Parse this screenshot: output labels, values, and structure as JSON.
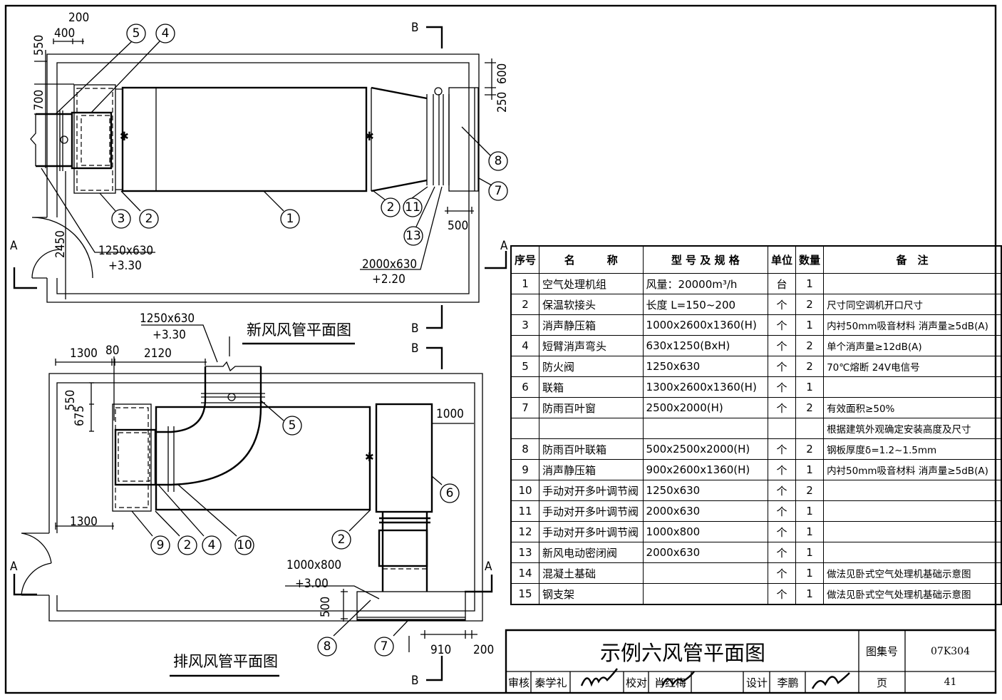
{
  "title_block": {
    "drawing_title": "示例六风管平面图",
    "atlas_no_label": "图集号",
    "atlas_no": "07K304",
    "page_label": "页",
    "page": "41",
    "review_label": "审核",
    "reviewer": "秦学礼",
    "check_label": "校对",
    "checker": "肖红梅",
    "design_label": "设计",
    "designer": "李鹏"
  },
  "top_plan": {
    "title": "新风风管平面图",
    "dims": [
      "200",
      "400",
      "550",
      "700",
      "600",
      "250",
      "500",
      "2450"
    ],
    "duct_left": {
      "size": "1250x630",
      "elev": "+3.30"
    },
    "duct_right": {
      "size": "2000x630",
      "elev": "+2.20"
    },
    "callouts": [
      "5",
      "4",
      "3",
      "2",
      "1",
      "2",
      "11",
      "13",
      "8",
      "7"
    ]
  },
  "bottom_plan": {
    "title": "排风风管平面图",
    "dims": [
      "1300",
      "80",
      "2120",
      "550",
      "675",
      "1000",
      "1300",
      "500",
      "910",
      "200"
    ],
    "duct_top": {
      "size": "1250x630",
      "elev": "+3.30"
    },
    "duct_bottom": {
      "size": "1000x800",
      "elev": "+3.00"
    },
    "callouts": [
      "5",
      "6",
      "2",
      "9",
      "2",
      "4",
      "10",
      "8",
      "7"
    ]
  },
  "section_marks": {
    "a": "A",
    "b": "B"
  },
  "equipment_table": {
    "headers": [
      "序号",
      "名　　　称",
      "型 号 及 规 格",
      "单位",
      "数量",
      "备　注"
    ],
    "rows": [
      [
        "1",
        "空气处理机组",
        "风量：20000m³/h",
        "台",
        "1",
        ""
      ],
      [
        "2",
        "保温软接头",
        "长度 L=150~200",
        "个",
        "2",
        "尺寸同空调机开口尺寸"
      ],
      [
        "3",
        "消声静压箱",
        "1000x2600x1360(H)",
        "个",
        "1",
        "内衬50mm吸音材料 消声量≥5dB(A)"
      ],
      [
        "4",
        "短臂消声弯头",
        "630x1250(BxH)",
        "个",
        "2",
        "单个消声量≥12dB(A)"
      ],
      [
        "5",
        "防火阀",
        "1250x630",
        "个",
        "2",
        "70℃熔断 24V电信号"
      ],
      [
        "6",
        "联箱",
        "1300x2600x1360(H)",
        "个",
        "1",
        ""
      ],
      [
        "7",
        "防雨百叶窗",
        "2500x2000(H)",
        "个",
        "2",
        "有效面积≥50%"
      ],
      [
        "",
        "",
        "",
        "",
        "",
        "根据建筑外观确定安装高度及尺寸"
      ],
      [
        "8",
        "防雨百叶联箱",
        "500x2500x2000(H)",
        "个",
        "2",
        "钢板厚度δ=1.2~1.5mm"
      ],
      [
        "9",
        "消声静压箱",
        "900x2600x1360(H)",
        "个",
        "1",
        "内衬50mm吸音材料 消声量≥5dB(A)"
      ],
      [
        "10",
        "手动对开多叶调节阀",
        "1250x630",
        "个",
        "2",
        ""
      ],
      [
        "11",
        "手动对开多叶调节阀",
        "2000x630",
        "个",
        "1",
        ""
      ],
      [
        "12",
        "手动对开多叶调节阀",
        "1000x800",
        "个",
        "1",
        ""
      ],
      [
        "13",
        "新风电动密闭阀",
        "2000x630",
        "个",
        "1",
        ""
      ],
      [
        "14",
        "混凝土基础",
        "",
        "个",
        "1",
        "做法见卧式空气处理机基础示意图"
      ],
      [
        "15",
        "钢支架",
        "",
        "个",
        "1",
        "做法见卧式空气处理机基础示意图"
      ]
    ]
  }
}
